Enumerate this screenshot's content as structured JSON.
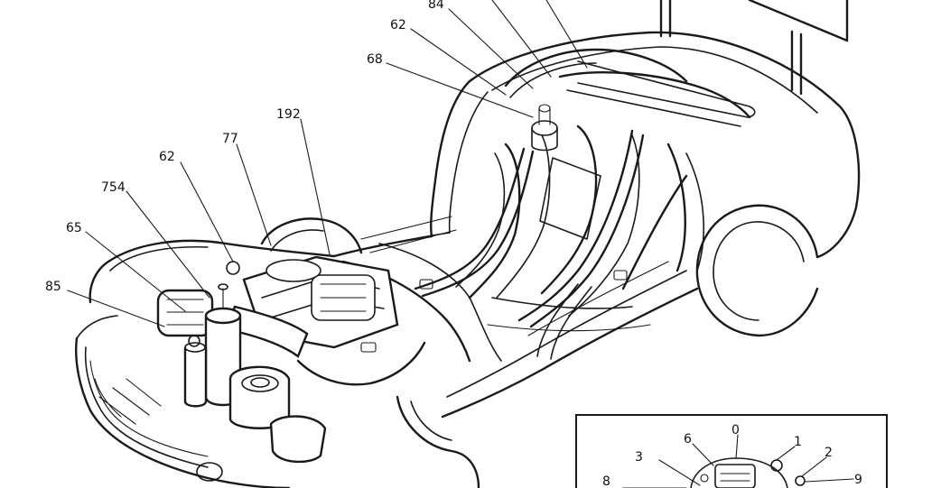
{
  "callouts": [
    {
      "id": "c84",
      "label": "84"
    },
    {
      "id": "c62a",
      "label": "62"
    },
    {
      "id": "c68",
      "label": "68"
    },
    {
      "id": "c192",
      "label": "192"
    },
    {
      "id": "c77",
      "label": "77"
    },
    {
      "id": "c62b",
      "label": "62"
    },
    {
      "id": "c754",
      "label": "754"
    },
    {
      "id": "c65",
      "label": "65"
    },
    {
      "id": "c85",
      "label": "85"
    }
  ],
  "inset": {
    "labels": [
      {
        "id": "i0",
        "label": "0"
      },
      {
        "id": "i1",
        "label": "1"
      },
      {
        "id": "i2",
        "label": "2"
      },
      {
        "id": "i3",
        "label": "3"
      },
      {
        "id": "i6",
        "label": "6"
      },
      {
        "id": "i8",
        "label": "8"
      },
      {
        "id": "i9",
        "label": "9"
      }
    ]
  }
}
